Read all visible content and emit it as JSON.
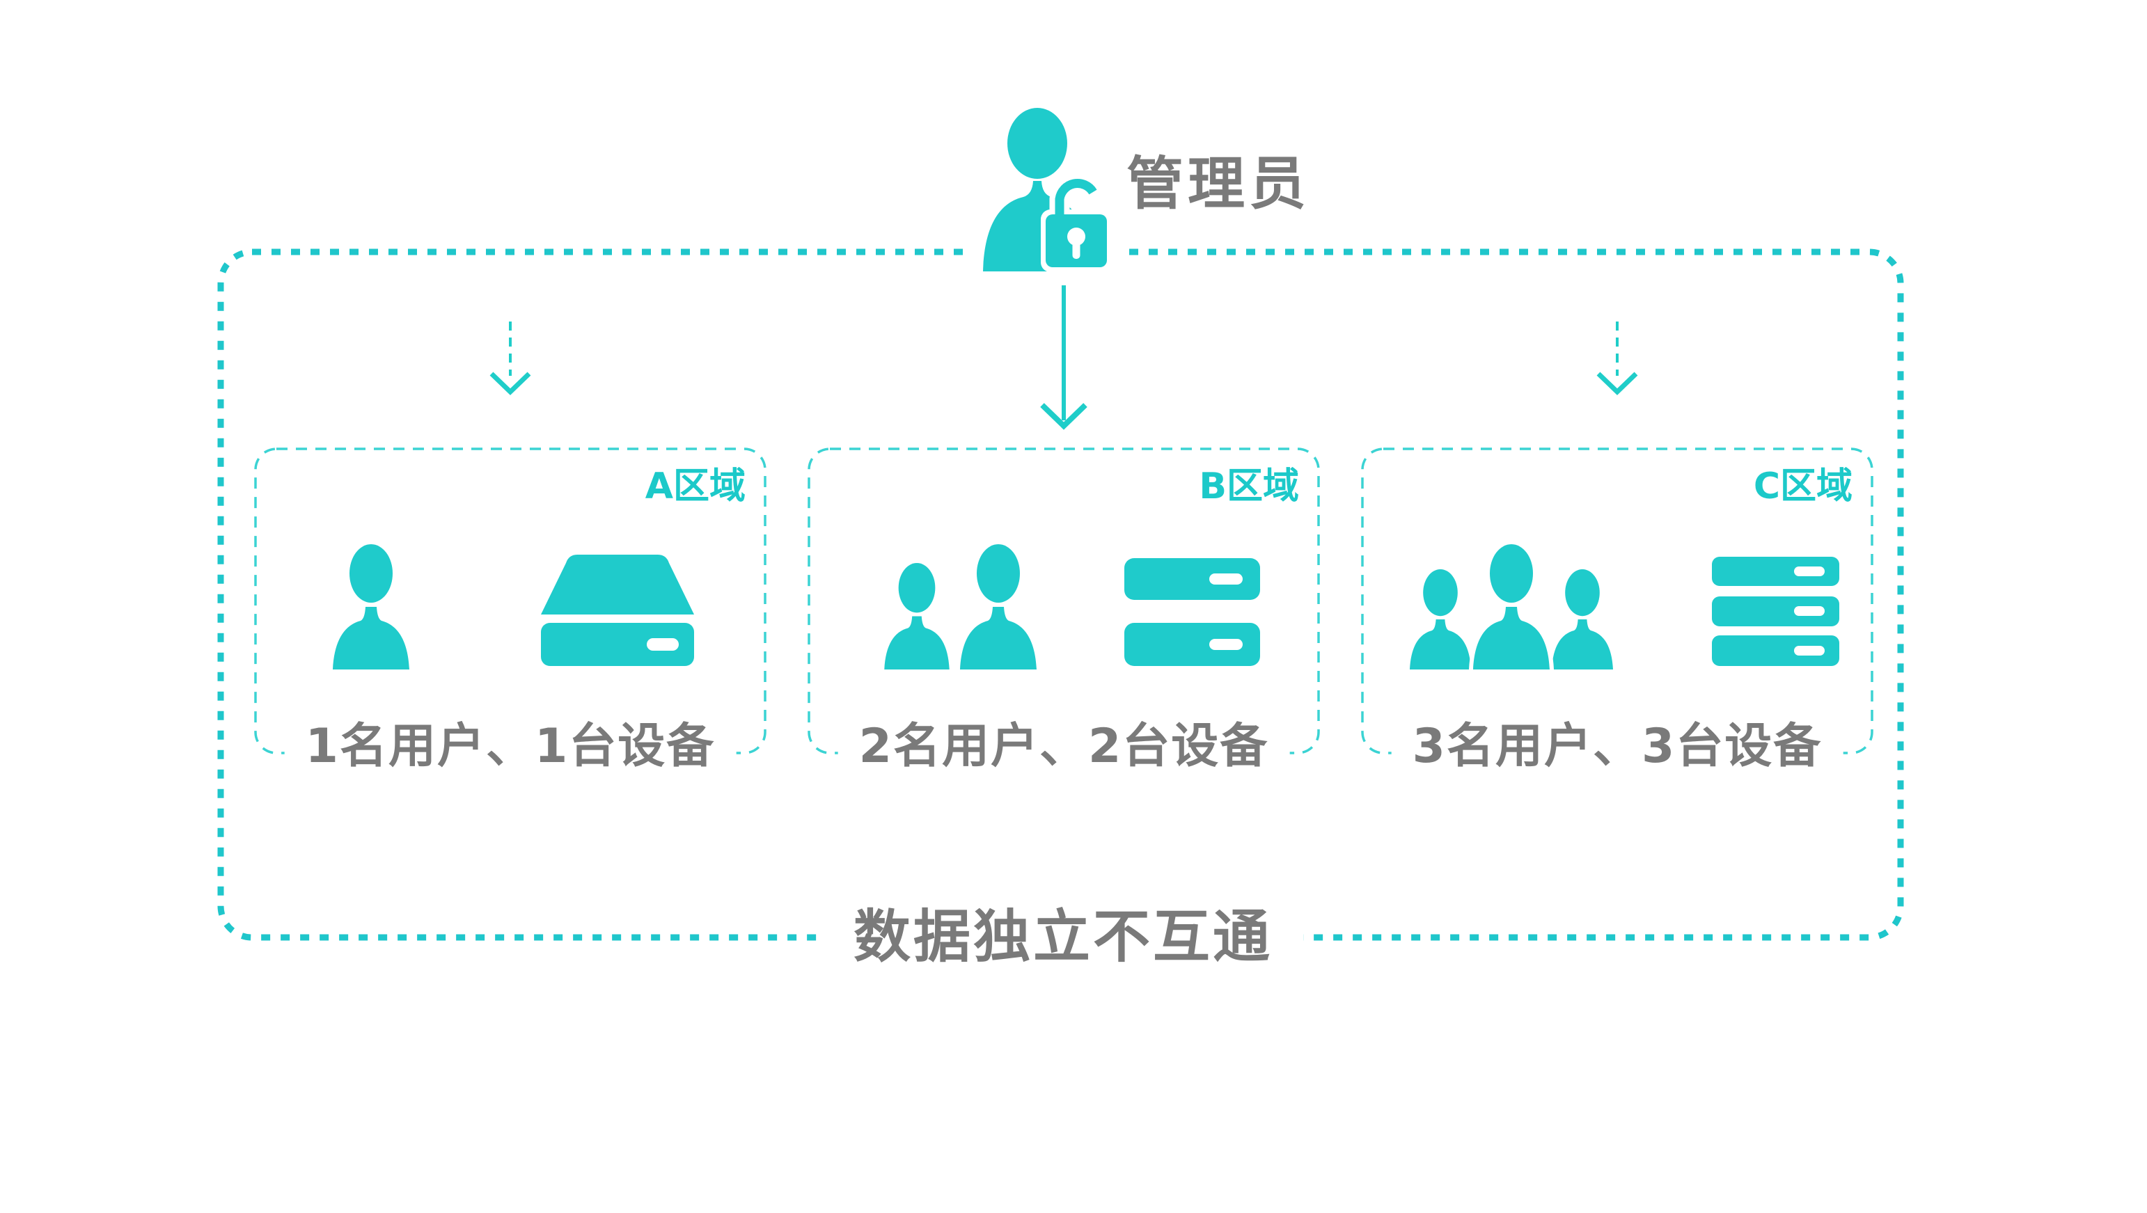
{
  "colors": {
    "accent": "#1fcbcb",
    "zone_border": "#3bd3d3",
    "outer_border": "#1fc6cb",
    "arrow": "#1fcdc9",
    "text_gray": "#7a7a7a",
    "label_teal": "#1cc9c9"
  },
  "admin": {
    "label": "管理员",
    "icon": "admin-user-lock-icon"
  },
  "zones": [
    {
      "id": "A",
      "label": "A区域",
      "caption": "1名用户、1台设备",
      "users": 1,
      "devices": 1,
      "user_icon": "user-icon",
      "device_icon": "drive-1-icon"
    },
    {
      "id": "B",
      "label": "B区域",
      "caption": "2名用户、2台设备",
      "users": 2,
      "devices": 2,
      "user_icon": "users-2-icon",
      "device_icon": "server-2-icon"
    },
    {
      "id": "C",
      "label": "C区域",
      "caption": "3名用户、3台设备",
      "users": 3,
      "devices": 3,
      "user_icon": "users-3-icon",
      "device_icon": "server-3-icon"
    }
  ],
  "footer": {
    "caption": "数据独立不互通"
  }
}
